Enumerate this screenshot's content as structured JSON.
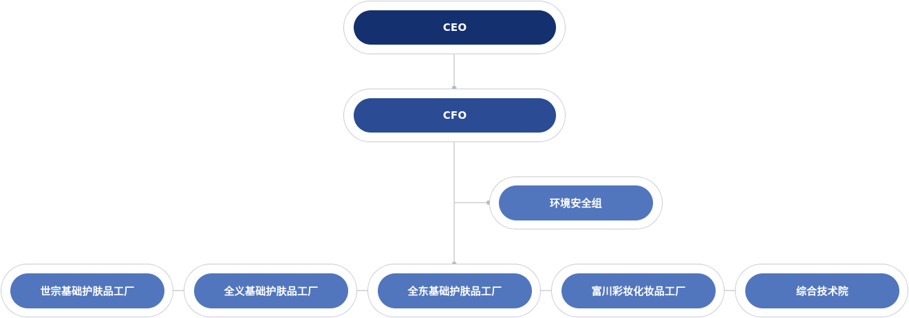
{
  "colors": {
    "level_0": "#14306f",
    "level_1": "#2b4c94",
    "level_2": "#5276bd",
    "connector": "#c3c5cc",
    "node_border": "#c9cbd2"
  },
  "org_chart": {
    "ceo": "CEO",
    "cfo": "CFO",
    "side_unit": "环境安全组",
    "units": [
      "世宗基础护肤品工厂",
      "全义基础护肤品工厂",
      "全东基础护肤品工厂",
      "富川彩妆化妆品工厂",
      "综合技术院"
    ]
  }
}
